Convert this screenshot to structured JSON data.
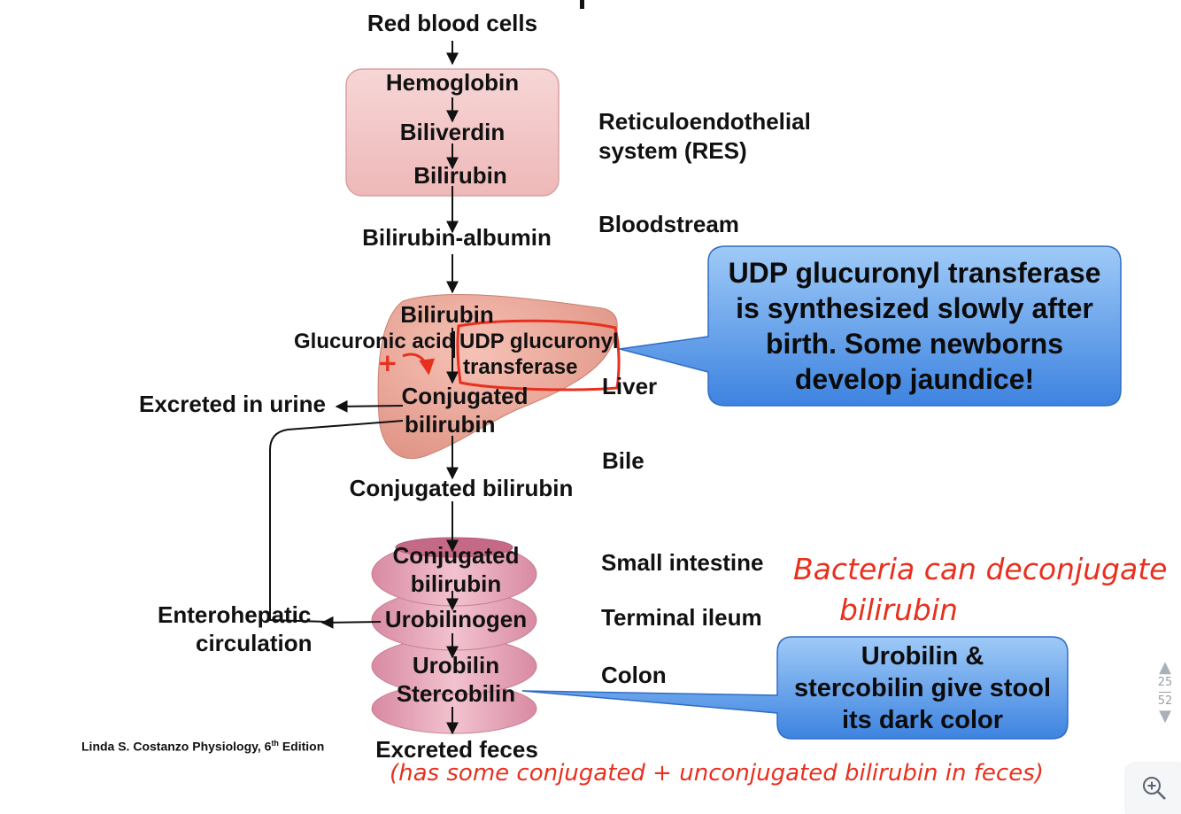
{
  "flow": {
    "rbc": "Red blood cells",
    "hemoglobin": "Hemoglobin",
    "biliverdin": "Biliverdin",
    "bilirubin_res": "Bilirubin",
    "bilirubin_albumin": "Bilirubin-albumin",
    "liver_bilirubin": "Bilirubin",
    "glucuronic_acid": "Glucuronic acid",
    "udp_enzyme_line1": "UDP glucuronyl",
    "udp_enzyme_line2": "transferase",
    "conjugated_line1": "Conjugated",
    "conjugated_line2": "bilirubin",
    "excreted_urine": "Excreted in urine",
    "conjugated_bile": "Conjugated bilirubin",
    "intestine_conj_line1": "Conjugated",
    "intestine_conj_line2": "bilirubin",
    "urobilinogen": "Urobilinogen",
    "urobilin": "Urobilin",
    "stercobilin": "Stercobilin",
    "enterohepatic_line1": "Enterohepatic",
    "enterohepatic_line2": "circulation",
    "excreted_feces": "Excreted feces"
  },
  "locations": {
    "res_line1": "Reticuloendothelial",
    "res_line2": "system (RES)",
    "bloodstream": "Bloodstream",
    "liver": "Liver",
    "bile": "Bile",
    "small_intestine": "Small intestine",
    "terminal_ileum": "Terminal ileum",
    "colon": "Colon"
  },
  "callouts": {
    "udp": [
      "UDP glucuronyl transferase",
      "is synthesized slowly after",
      "birth. Some newborns",
      "develop jaundice!"
    ],
    "stool": [
      "Urobilin &",
      "stercobilin give stool",
      "its dark color"
    ]
  },
  "handwritten": {
    "plus": "+",
    "bacteria_line1": "Bacteria can deconjugate",
    "bacteria_line2": "bilirubin",
    "feces_note": "(has some conjugated + unconjugated bilirubin in feces)"
  },
  "citation": {
    "text_main": "Linda S. Costanzo Physiology, 6",
    "superscript": "th",
    "text_end": " Edition"
  },
  "pager": {
    "current": "25",
    "total": "52"
  },
  "icons": {
    "zoom": "zoom-in-icon",
    "prev": "triangle-up-icon",
    "next": "triangle-down-icon"
  },
  "colors": {
    "annotation": "#e8301e",
    "callout_fill": "#4f95e8",
    "res_box": "#f4cccc",
    "liver": "#e8a092",
    "intestine": "#dc9aac"
  }
}
